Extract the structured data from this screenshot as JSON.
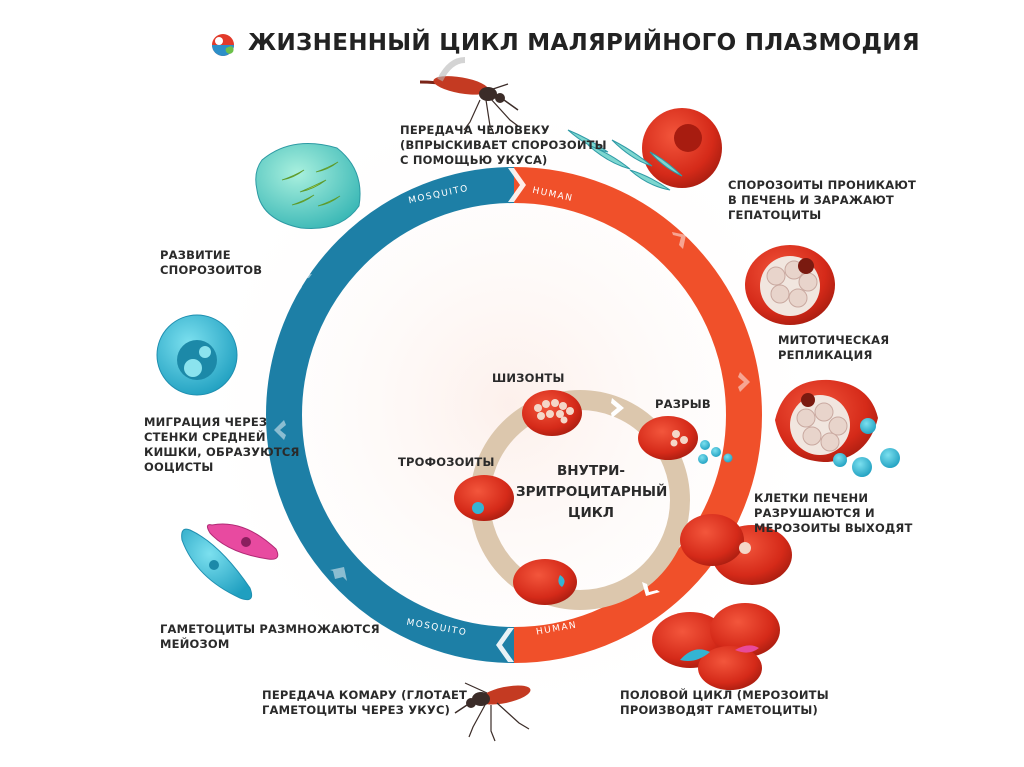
{
  "title": "ЖИЗНЕННЫЙ ЦИКЛ МАЛЯРИЙНОГО ПЛАЗМОДИЯ",
  "ring": {
    "mosquito_top": "MOSQUITO",
    "human_top": "HUMAN",
    "mosquito_bottom": "MOSQUITO",
    "human_bottom": "HUMAN"
  },
  "center": {
    "lines": [
      "ВНУТРИ-",
      "ЗРИТРОЦИТАРНЫЙ",
      "ЦИКЛ"
    ]
  },
  "inner_labels": {
    "schizonts": "ШИЗОНТЫ",
    "rupture": "РАЗРЫВ",
    "trophozoites": "ТРОФОЗОИТЫ"
  },
  "labels": {
    "transmission_human": [
      "ПЕРЕДАЧА ЧЕЛОВЕКУ",
      "(ВПРЫСКИВАЕТ СПОРОЗОИТЫ",
      "С ПОМОЩЬЮ УКУСА)"
    ],
    "liver_infection": [
      "СПОРОЗОИТЫ ПРОНИКАЮТ",
      "В ПЕЧЕНЬ И ЗАРАЖАЮТ",
      "ГЕПАТОЦИТЫ"
    ],
    "mitotic": [
      "МИТОТИЧЕСКАЯ",
      "РЕПЛИКАЦИЯ"
    ],
    "liver_burst": [
      "КЛЕТКИ ПЕЧЕНИ",
      "РАЗРУШАЮТСЯ И",
      "МЕРОЗОИТЫ ВЫХОДЯТ"
    ],
    "sexual_cycle": [
      "ПОЛОВОЙ ЦИКЛ (МЕРОЗОИТЫ",
      "ПРОИЗВОДЯТ ГАМЕТОЦИТЫ)"
    ],
    "transmission_mosquito": [
      "ПЕРЕДАЧА КОМАРУ (ГЛОТАЕТ",
      "ГАМЕТОЦИТЫ ЧЕРЕЗ УКУС)"
    ],
    "gametocytes": [
      "ГАМЕТОЦИТЫ РАЗМНОЖАЮТСЯ",
      "МЕЙОЗОМ"
    ],
    "migration": [
      "МИГРАЦИЯ ЧЕРЕЗ",
      "СТЕНКИ СРЕДНЕЙ",
      "КИШКИ, ОБРАЗУЮТСЯ",
      "ООЦИСТЫ"
    ],
    "sporozoite_dev": [
      "РАЗВИТИЕ",
      "СПОРОЗОИТОВ"
    ]
  },
  "colors": {
    "mosquito_ring": "#1d7fa6",
    "human_ring": "#f0502a",
    "inner_ring": "#dcc7ad",
    "rbc": "#dc2f1b",
    "hepatocyte": "#b12a1a",
    "cyst": "#32b7cf",
    "text": "#2a2a2a"
  },
  "icons": [
    "logo-icon",
    "mosquito-icon",
    "cell-icon"
  ]
}
